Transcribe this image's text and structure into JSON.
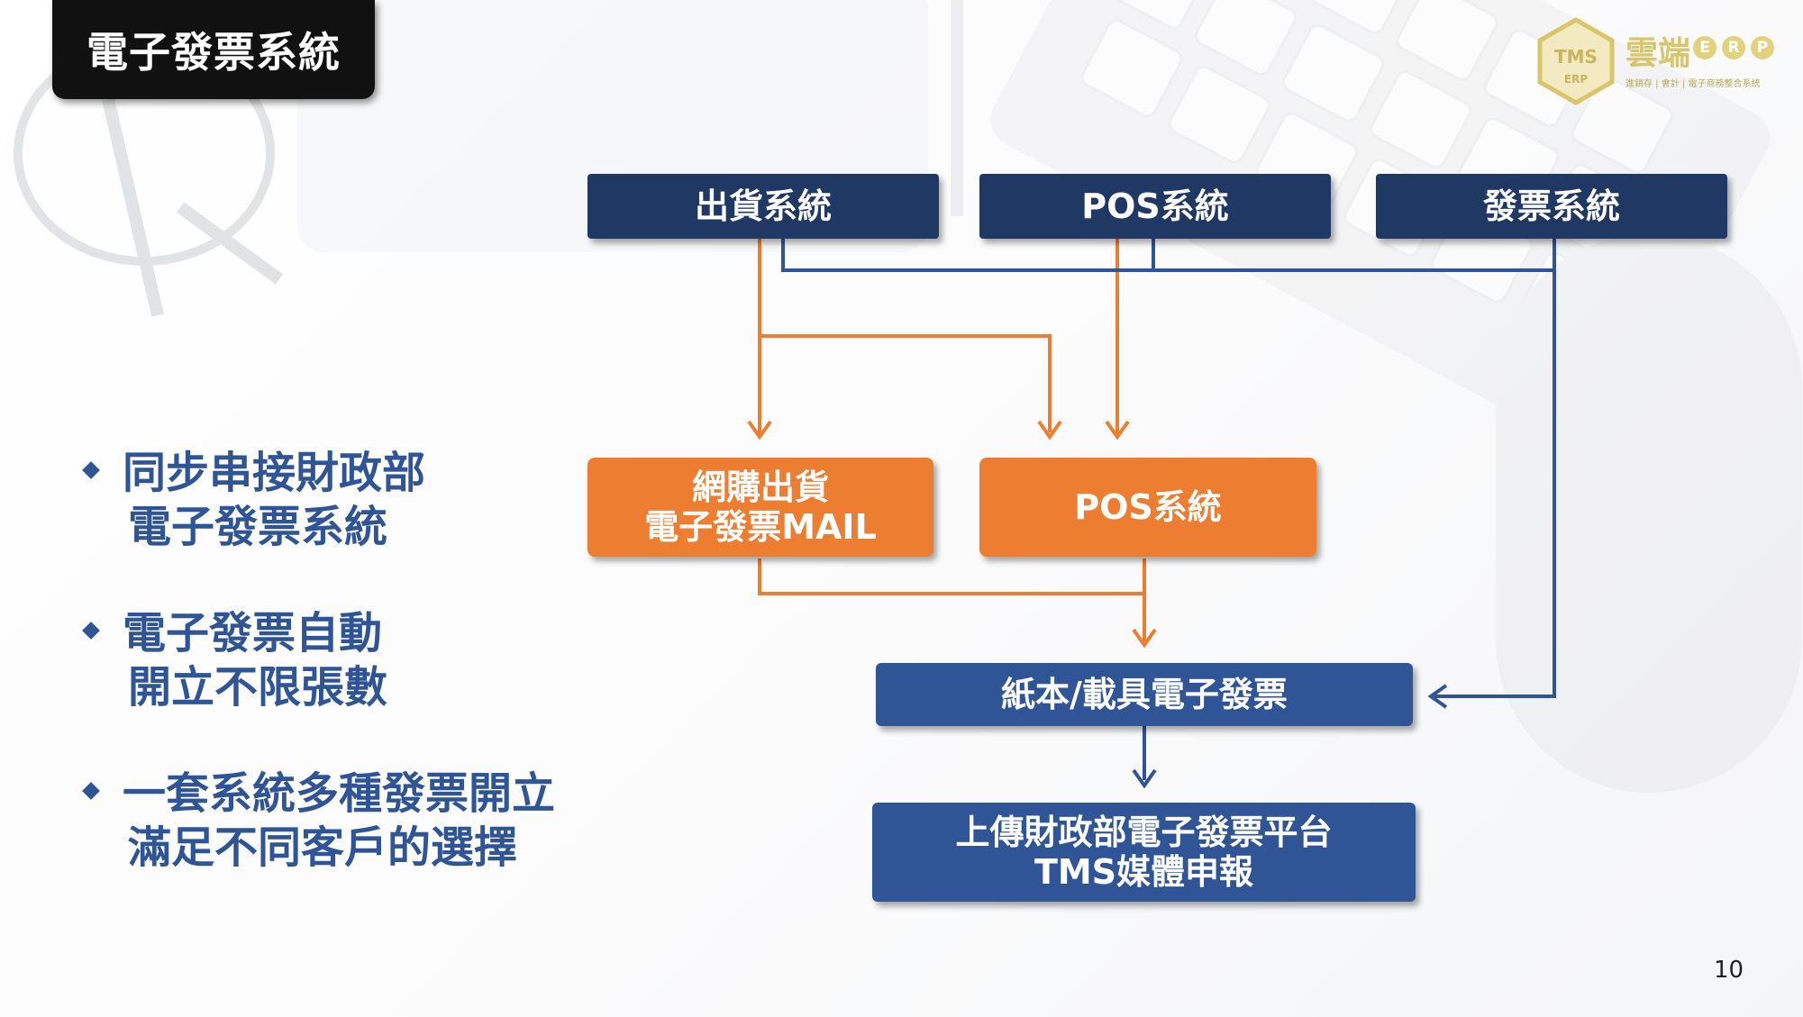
{
  "slide": {
    "title": "電子發票系統",
    "page_number": "10"
  },
  "logo": {
    "mark_text": "TMS",
    "mark_sub": "ERP",
    "name_cn": "雲端",
    "name_letters": [
      "E",
      "R",
      "P"
    ],
    "tagline": "進銷存 | 會計 | 電子商務整合系統"
  },
  "bullets": [
    {
      "line1": "同步串接財政部",
      "line2": "電子發票系統"
    },
    {
      "line1": "電子發票自動",
      "line2": "開立不限張數"
    },
    {
      "line1": "一套系統多種發票開立",
      "line2": "滿足不同客戶的選擇"
    }
  ],
  "flow": {
    "top": {
      "shipping": "出貨系統",
      "pos": "POS系統",
      "invoice": "發票系統"
    },
    "middle": {
      "online_line1": "網購出貨",
      "online_line2": "電子發票MAIL",
      "pos": "POS系統"
    },
    "paper": "紙本/載具電子發票",
    "upload_line1": "上傳財政部電子發票平台",
    "upload_line2": "TMS媒體申報"
  },
  "colors": {
    "navy": "#1f3864",
    "orange": "#ed7d31",
    "blue": "#2f5597",
    "logo_gold": "#d9c56a"
  }
}
